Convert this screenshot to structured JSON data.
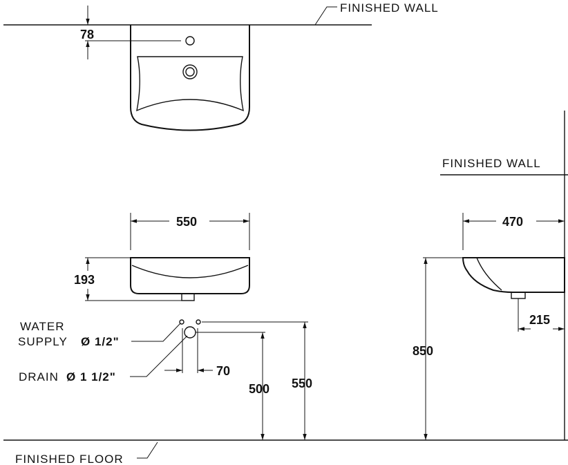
{
  "labels": {
    "finished_wall_top": "FINISHED  WALL",
    "finished_wall_side": "FINISHED  WALL",
    "finished_floor": "FINISHED  FLOOR",
    "water_supply_line1": "WATER",
    "water_supply_line2": "SUPPLY",
    "water_supply_size": "Ø 1/2\"",
    "drain": "DRAIN",
    "drain_size": "Ø 1  1/2\""
  },
  "dimensions": {
    "tap_hole_offset": "78",
    "basin_width": "550",
    "basin_height": "193",
    "drain_offset": "70",
    "drain_height": "500",
    "supply_height": "550",
    "side_depth": "470",
    "drain_wall_offset": "215",
    "rim_height": "850"
  }
}
